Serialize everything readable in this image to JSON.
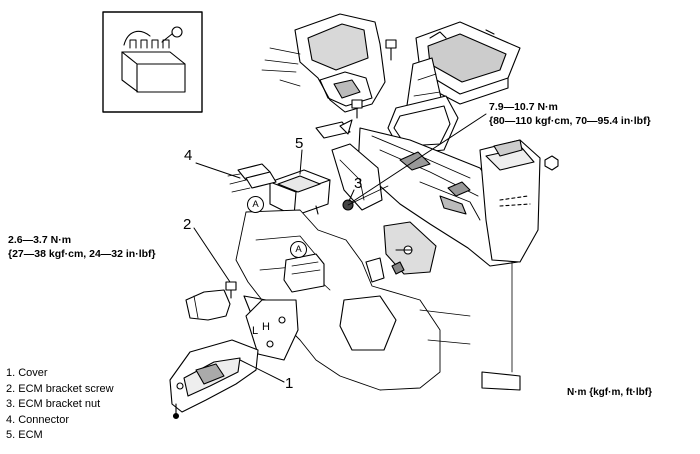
{
  "callouts": [
    "1",
    "2",
    "3",
    "4",
    "5"
  ],
  "reference_marks": [
    "A",
    "A"
  ],
  "torque_specs": [
    {
      "line1": "7.9—10.7 N·m",
      "line2": "{80—110 kgf·cm, 70—95.4 in·lbf}"
    },
    {
      "line1": "2.6—3.7 N·m",
      "line2": "{27—38 kgf·cm, 24—32 in·lbf}"
    }
  ],
  "legend": [
    "1. Cover",
    "2. ECM bracket screw",
    "3. ECM bracket nut",
    "4. Connector",
    "5. ECM"
  ],
  "units_note": "N·m {kgf·m, ft·lbf}"
}
